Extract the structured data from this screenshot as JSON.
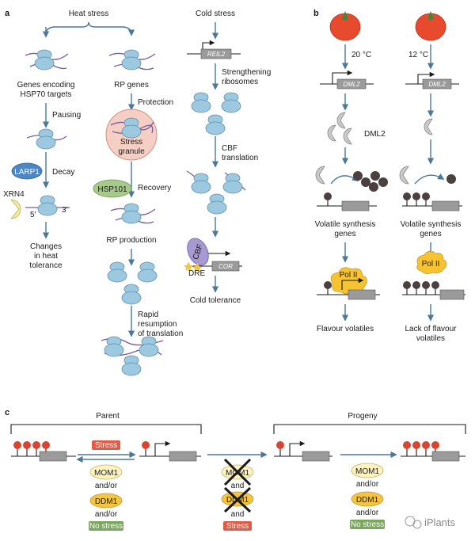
{
  "panel_a": {
    "label": "a",
    "heat_stress": "Heat stress",
    "genes_encoding": [
      "Genes encoding",
      "HSP70 targets"
    ],
    "pausing": "Pausing",
    "larp1": "LARP1",
    "decay": "Decay",
    "xrn4": "XRN4",
    "five_prime": "5′",
    "three_prime": "3′",
    "changes": [
      "Changes",
      "in heat",
      "tolerance"
    ],
    "rp_genes": "RP genes",
    "protection": "Protection",
    "stress_granule": [
      "Stress",
      "granule"
    ],
    "hsp101": "HSP101",
    "recovery": "Recovery",
    "rp_production": "RP production",
    "rapid": [
      "Rapid",
      "resumption",
      "of translation"
    ],
    "cold_stress": "Cold stress",
    "reil2": "REIL2",
    "strengthening": [
      "Strengthening",
      "ribosomes"
    ],
    "cbf_translation": [
      "CBF",
      "translation"
    ],
    "cbf": "CBF",
    "dre": "DRE",
    "cor": "COR",
    "cold_tolerance": "Cold tolerance"
  },
  "panel_b": {
    "label": "b",
    "temp_left": "20 °C",
    "temp_right": "12 °C",
    "dml2_gene": "DML2",
    "dml2_protein": "DML2",
    "volatile_genes": [
      "Volatile synthesis",
      "genes"
    ],
    "pol2": "Pol II",
    "flavour": "Flavour volatiles",
    "lack_flavour": [
      "Lack of flavour",
      "volatiles"
    ]
  },
  "panel_c": {
    "label": "c",
    "parent": "Parent",
    "progeny": "Progeny",
    "stress": "Stress",
    "mom1": "MOM1",
    "and_or": "and/or",
    "ddm1": "DDM1",
    "no_stress": "No stress",
    "and": "and"
  },
  "watermark": "iPlants",
  "colors": {
    "ribosome": "#9cc9e0",
    "mrna": "#7a5aa0",
    "arrow": "#4a7899",
    "larp1": "#4c86c4",
    "xrn4": "#f5eea0",
    "granule": "#f6cfc4",
    "hsp101": "#a8c98c",
    "tomato": "#e84a2e",
    "pol2": "#f7c331",
    "methyl_dark": "#4a4040",
    "methyl_red": "#d9442f",
    "stress_label": "#e25b45",
    "nostress_label": "#79a85c",
    "enzyme_yellow": "#f4c542"
  }
}
